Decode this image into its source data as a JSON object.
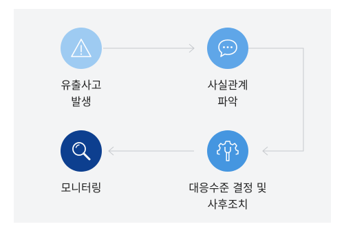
{
  "colors": {
    "panel_bg": "#f3f4f5",
    "node_light": "#9ecbf2",
    "node_mid": "#5fa6e8",
    "node_blue": "#4596e0",
    "node_dark": "#0d3f8f",
    "connector": "#c6c9cd",
    "text": "#222222"
  },
  "steps": [
    {
      "icon": "warning-icon",
      "line1": "유출사고",
      "line2": "발생"
    },
    {
      "icon": "speech-bubble-icon",
      "line1": "사실관계",
      "line2": "파악"
    },
    {
      "icon": "wrench-gear-icon",
      "line1": "대응수준 결정 및",
      "line2": "사후조치"
    },
    {
      "icon": "magnifier-icon",
      "line1": "모니터링",
      "line2": ""
    }
  ]
}
